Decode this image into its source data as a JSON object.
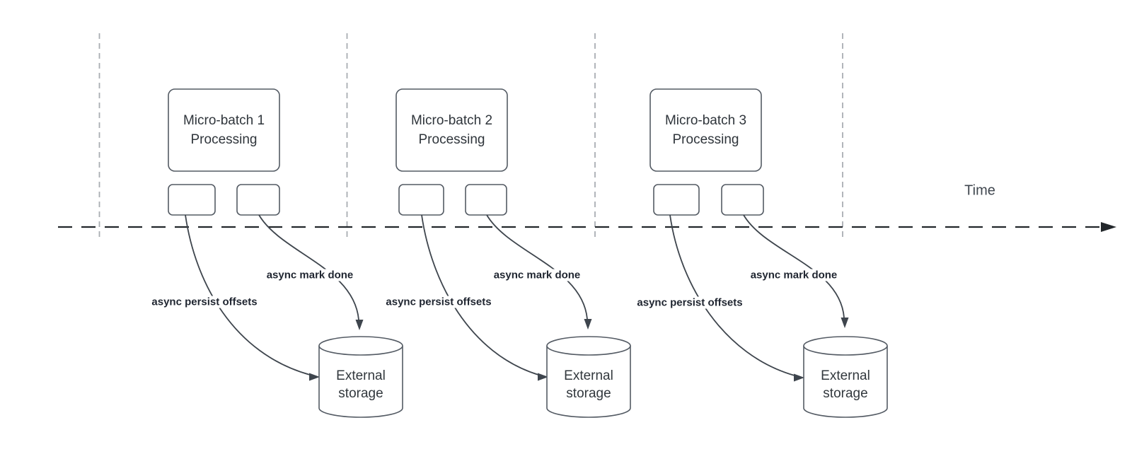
{
  "timeline": {
    "label": "Time"
  },
  "batches": [
    {
      "title": "Micro-batch 1",
      "subtitle": "Processing",
      "persist_label": "async persist offsets",
      "mark_done_label": "async mark done",
      "storage_title": "External",
      "storage_subtitle": "storage"
    },
    {
      "title": "Micro-batch 2",
      "subtitle": "Processing",
      "persist_label": "async persist offsets",
      "mark_done_label": "async mark done",
      "storage_title": "External",
      "storage_subtitle": "storage"
    },
    {
      "title": "Micro-batch 3",
      "subtitle": "Processing",
      "persist_label": "async persist offsets",
      "mark_done_label": "async mark done",
      "storage_title": "External",
      "storage_subtitle": "storage"
    }
  ],
  "colors": {
    "background": "#ffffff",
    "node_border": "#545b64",
    "node_text": "#2f353b",
    "edge_line": "#3e454d",
    "edge_label_text": "#1f2530",
    "timeline_line": "#22272b",
    "guide_line": "#a9adb2",
    "time_text": "#40474f"
  }
}
